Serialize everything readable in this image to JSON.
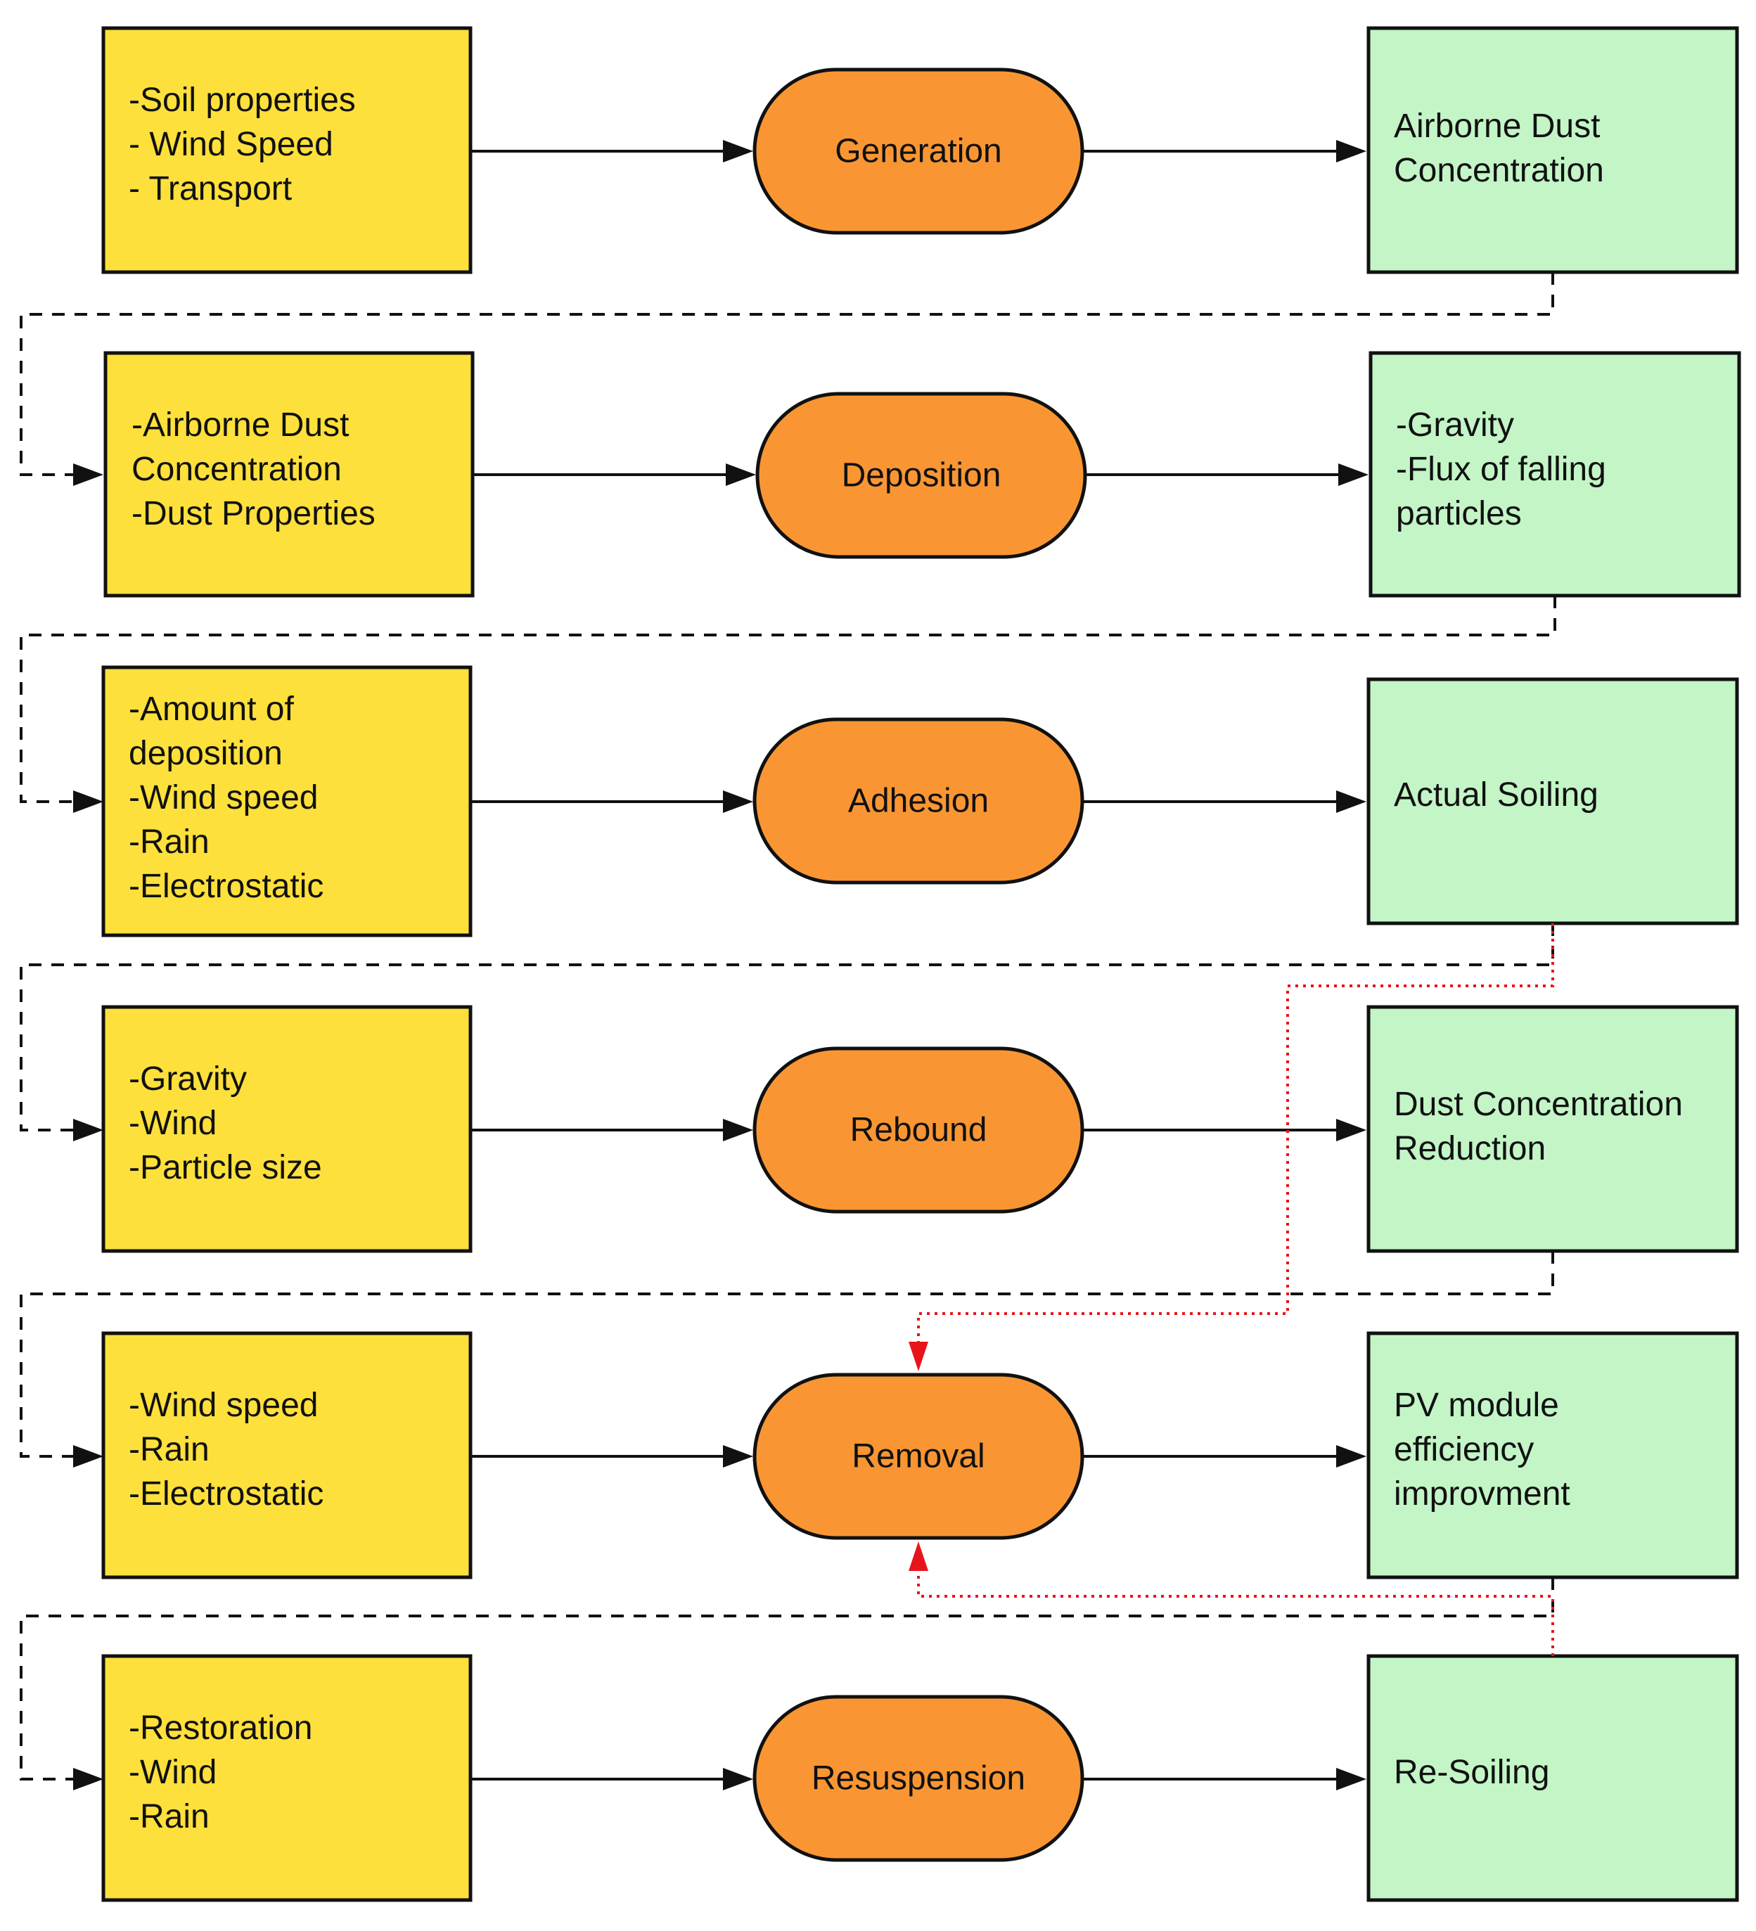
{
  "rows": [
    {
      "inputs": [
        "-Soil properties",
        "- Wind Speed",
        "- Transport"
      ],
      "process": "Generation",
      "output": [
        "Airborne Dust",
        "Concentration"
      ]
    },
    {
      "inputs": [
        "-Airborne Dust",
        "Concentration",
        "-Dust Properties"
      ],
      "process": "Deposition",
      "output": [
        "-Gravity",
        "-Flux of falling",
        "particles"
      ]
    },
    {
      "inputs": [
        "-Amount of",
        "deposition",
        "-Wind speed",
        "-Rain",
        "-Electrostatic"
      ],
      "process": "Adhesion",
      "output": [
        "Actual Soiling"
      ]
    },
    {
      "inputs": [
        "-Gravity",
        "-Wind",
        "-Particle size"
      ],
      "process": "Rebound",
      "output": [
        "Dust Concentration",
        "Reduction"
      ]
    },
    {
      "inputs": [
        "-Wind speed",
        "-Rain",
        "-Electrostatic"
      ],
      "process": "Removal",
      "output": [
        "PV module",
        "efficiency",
        "improvment"
      ]
    },
    {
      "inputs": [
        "-Restoration",
        "-Wind",
        "-Rain"
      ],
      "process": "Resuspension",
      "output": [
        "Re-Soiling"
      ]
    }
  ],
  "colors": {
    "input_fill": "#fde03b",
    "process_fill": "#f99633",
    "output_fill": "#c3f5c6",
    "feedback_line": "#e8141b"
  }
}
